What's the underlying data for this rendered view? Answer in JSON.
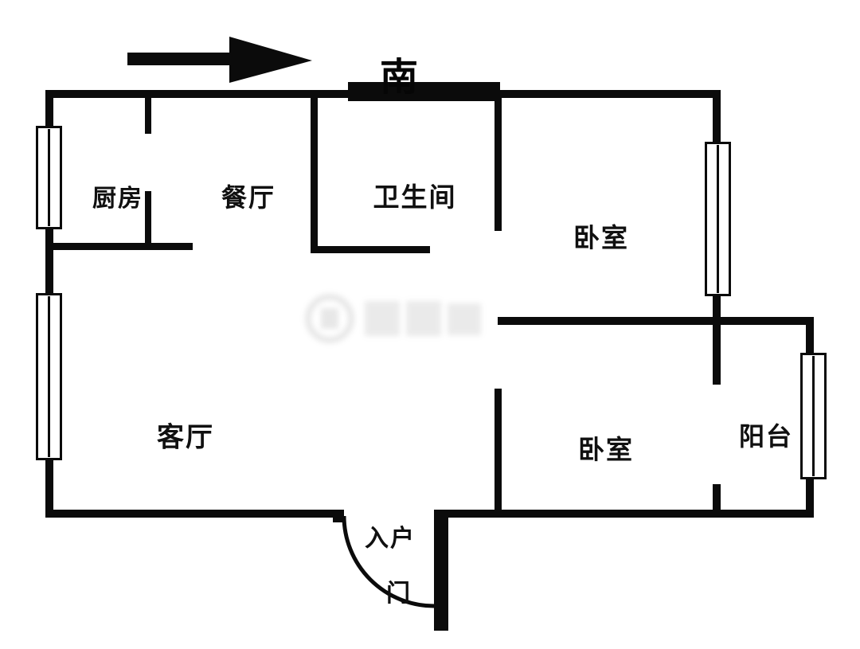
{
  "compass": {
    "south_label": "南",
    "arrow_direction": "right"
  },
  "rooms": {
    "kitchen": "厨房",
    "dining": "餐厅",
    "bathroom": "卫生间",
    "bedroom_north": "卧室",
    "living": "客厅",
    "bedroom_south": "卧室",
    "balcony": "阳台"
  },
  "entrance": {
    "line1": "入户",
    "line2": "门"
  },
  "colors": {
    "wall": "#0b0b0b",
    "background": "#ffffff",
    "watermark": "#9a9a9a"
  }
}
